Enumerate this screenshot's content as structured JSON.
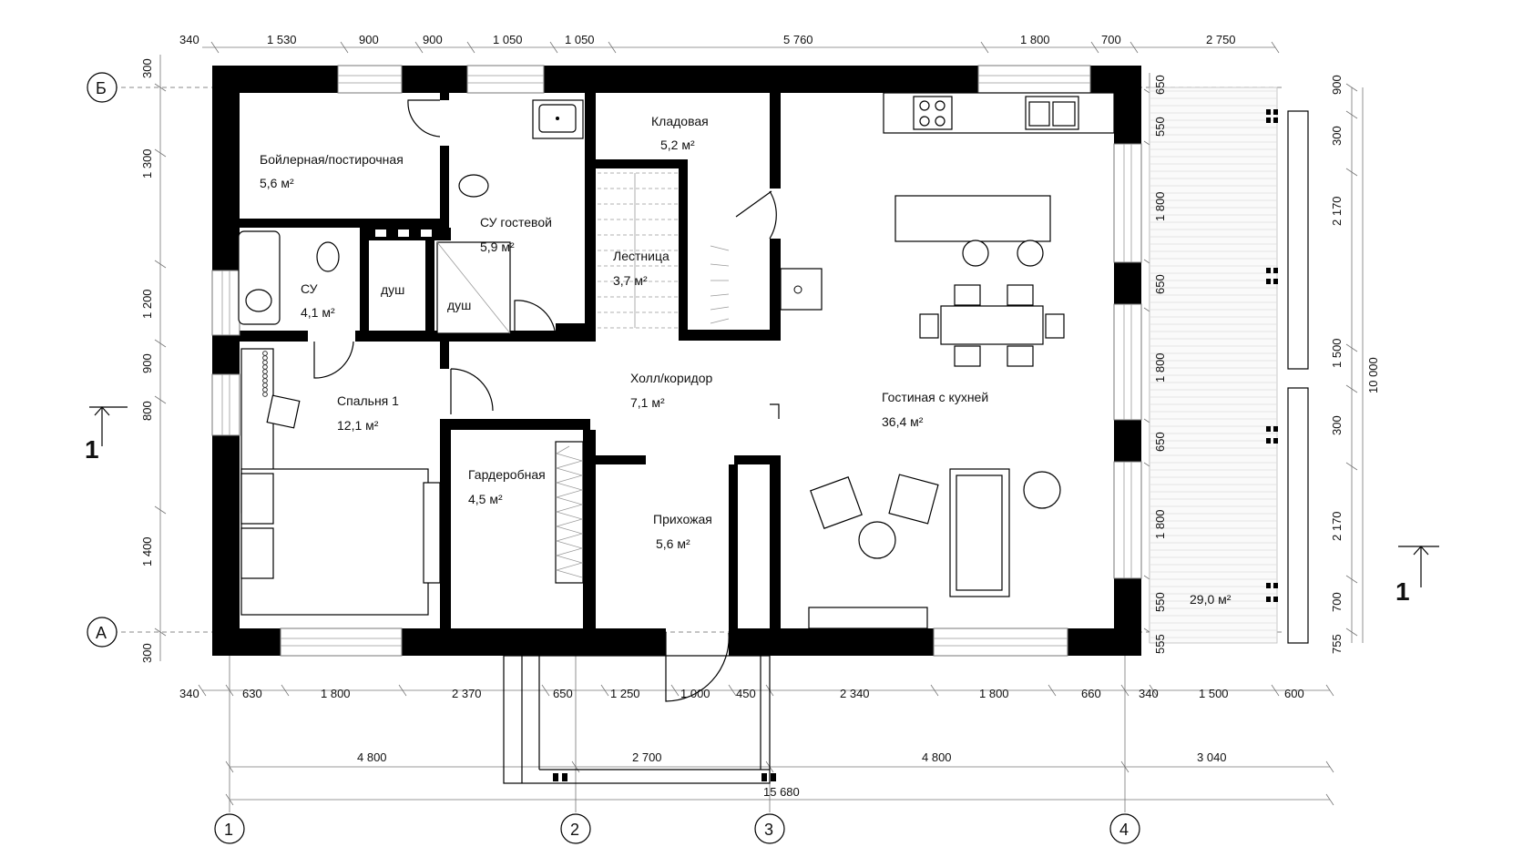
{
  "rooms": {
    "boiler": {
      "name": "Бойлерная/постирочная",
      "area": "5,6 м²"
    },
    "guest_wc": {
      "name": "СУ гостевой",
      "area": "5,9 м²"
    },
    "storage": {
      "name": "Кладовая",
      "area": "5,2 м²"
    },
    "stairs": {
      "name": "Лестница",
      "area": "3,7 м²"
    },
    "bath": {
      "name": "СУ",
      "area": "4,1 м²"
    },
    "shower1": {
      "name": "душ"
    },
    "shower2": {
      "name": "душ"
    },
    "hall": {
      "name": "Холл/коридор",
      "area": "7,1 м²"
    },
    "living": {
      "name": "Гостиная с кухней",
      "area": "36,4 м²"
    },
    "bedroom": {
      "name": "Спальня 1",
      "area": "12,1 м²"
    },
    "wardrobe": {
      "name": "Гардеробная",
      "area": "4,5 м²"
    },
    "entry": {
      "name": "Прихожая",
      "area": "5,6 м²"
    },
    "terrace": {
      "area": "29,0 м²"
    }
  },
  "dimensions": {
    "top": [
      "340",
      "1 530",
      "900",
      "900",
      "1 050",
      "1 050",
      "5 760",
      "1 800",
      "700",
      "2 750"
    ],
    "bottom_row1": [
      "340",
      "630",
      "1 800",
      "2 370",
      "650",
      "1 250",
      "1 000",
      "450",
      "2 340",
      "1 800",
      "660",
      "340",
      "1 500",
      "600"
    ],
    "bottom_row2": [
      "4 800",
      "2 700",
      "4 800",
      "3 040"
    ],
    "bottom_total": "15 680",
    "left": [
      "300",
      "1 300",
      "1 200",
      "900",
      "800",
      "1 400",
      "300"
    ],
    "right_inner": [
      "650",
      "550",
      "1 800",
      "650",
      "1 800",
      "650",
      "1 800",
      "550",
      "555"
    ],
    "right_mid": [
      "900",
      "300",
      "2 170",
      "1 500",
      "300",
      "2 170",
      "700",
      "755"
    ],
    "right_total": "10 000"
  },
  "axes": {
    "rows": [
      "Б",
      "А"
    ],
    "columns": [
      "1",
      "2",
      "3",
      "4"
    ]
  },
  "section_marks": {
    "left": "1",
    "right": "1"
  }
}
